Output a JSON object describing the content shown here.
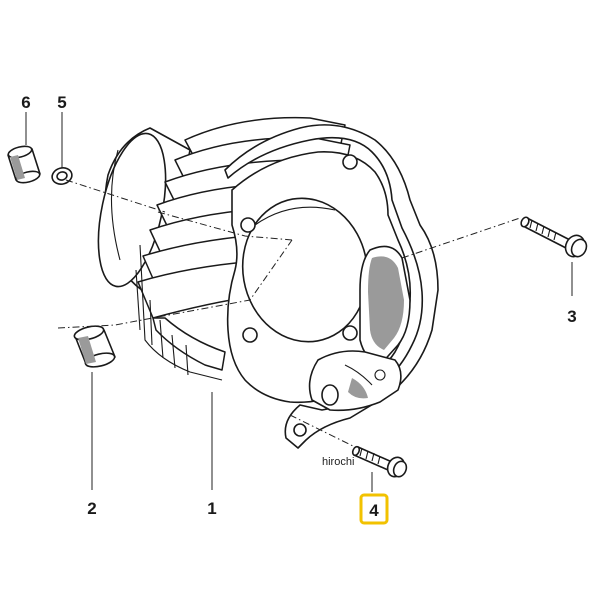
{
  "diagram": {
    "callouts": [
      {
        "id": "6",
        "label": "6"
      },
      {
        "id": "5",
        "label": "5"
      },
      {
        "id": "3",
        "label": "3"
      },
      {
        "id": "2",
        "label": "2"
      },
      {
        "id": "1",
        "label": "1"
      },
      {
        "id": "4",
        "label": "4",
        "highlighted": true
      }
    ],
    "watermark": "hirochi",
    "colors": {
      "line": "#1a1a1a",
      "highlight": "#f2c200",
      "background": "#ffffff"
    }
  }
}
